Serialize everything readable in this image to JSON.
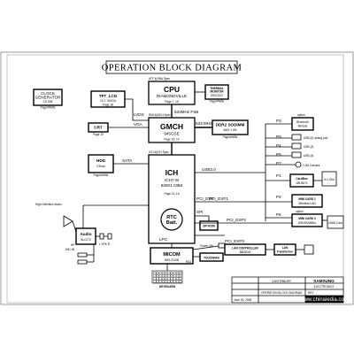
{
  "title": "OPERATION BLOCK DIAGRAM",
  "blocks": {
    "clock": {
      "name": "CLOCK\nGENERATOR",
      "part": "CK 505",
      "page": "Page##Wtd"
    },
    "lcd": {
      "name": "TFT_LCD",
      "sub": "15.1\" WXGA",
      "page": "Page 18"
    },
    "crt": {
      "name": "CRT",
      "page": "Page 19"
    },
    "cpu": {
      "name": "CPU",
      "part": "DIAMONDVILLE",
      "page": "Page 7, 15",
      "hdr": "ATF 4(HBA Spec"
    },
    "thermal": {
      "name": "THERMAL\nMONITOR",
      "part": "EMC2102",
      "page": "Page##Wtd"
    },
    "gmch": {
      "name": "GMCH",
      "part": "945GSE",
      "page": "Page 15, 14",
      "hdr": "EMI 4(MCH Spec"
    },
    "ddr": {
      "name": "DDR2 SODIMM",
      "sub": "MAX 1 GB",
      "page": "Page##Wtd"
    },
    "hdd": {
      "name": "HDD",
      "sub": "2.5inch",
      "page": "Page##Wtd"
    },
    "ich": {
      "name": "ICH",
      "part": "ICH7-M",
      "part2": "82801 CBM",
      "page": "Page 11, 16",
      "hdr": "ICH 4(ICH Spec"
    },
    "rtc": {
      "name": "RTC",
      "sub": "Batt."
    },
    "spi": {
      "name": "SPI ROM"
    },
    "micom": {
      "name": "MICOM",
      "part": "H8S-2110B"
    },
    "keyboard": {
      "name": "KEYBOARD"
    },
    "touchpad": {
      "name": "TOUCHPAD"
    },
    "lanctl": {
      "name": "LAN CONTROLLER",
      "part": "88E8040"
    },
    "lantx": {
      "name": "LAN\nTransformer"
    },
    "audio": {
      "name": "Audio",
      "part": "ALC272"
    },
    "cardbus": {
      "name": "CardBus",
      "part": "JMU8271"
    },
    "in1": {
      "name": "in 1 Slot"
    },
    "mini1": {
      "name": "MINI CARD 1",
      "sub": "Wireless LAN"
    },
    "mini2": {
      "name": "MINI CARD 2",
      "sub": "HSDPA/WiBro"
    },
    "usim": {
      "name": "USIM Card"
    },
    "bt": {
      "name": "Bluetooth\nModule"
    },
    "cam": {
      "name": "1.3M Camera"
    },
    "hd_label": {
      "name": "High Definition Audio"
    },
    "hp": {
      "name": "HP\nMIC-IN"
    },
    "pwrsw": {
      "name": "Power SW"
    }
  },
  "buses": {
    "lvds": "LVDS",
    "vga": "VGA",
    "fsb": "533MHz FSB",
    "mem": "533 MHz",
    "sata": "SATA",
    "usb": "USB2.0",
    "pciexp1": "PCI_EXP1",
    "pciexp": "PCI_EXP",
    "spi": "SPI",
    "pciexp2": "PCI_EXP2",
    "pciexp3": "PCI_EXP3",
    "lpc": "LPC",
    "rs2": "RS2",
    "option": "option",
    "option2": "option"
  },
  "ports": {
    "p3": "P3",
    "p0": "P0",
    "p4": "P4",
    "p5": "P5",
    "p7": "P7",
    "p1": "P1",
    "p2": "P2",
    "p6": "P6",
    "usb0": "USB (0) debug port",
    "usb3": "USB (3)",
    "usb4": "USB (4)"
  },
  "titleblock": {
    "company": "SAMSUNG",
    "division": "ELECTRONICS",
    "project": "CANTERBURY",
    "sheet_title": "OPERATION BLOCK DIAGRAM",
    "rev": "REV",
    "date": "June 30, 2008"
  },
  "watermark": "www.chinaiedia.com"
}
